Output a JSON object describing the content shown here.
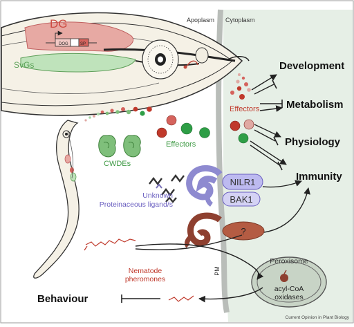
{
  "labels": {
    "apoplasm": "Apoplasm",
    "cytoplasm": "Cytoplasm",
    "dg": "DG",
    "promoter": "DOG",
    "sp": "SP",
    "svgs": "SvGs",
    "effectors_apoplast": "Effectors",
    "effectors_cytoplasm": "Effectors",
    "cwdes": "CWDEs",
    "unknown_ligand_line1": "Unknown",
    "unknown_ligand_line2": "Proteinaceous ligand/s",
    "nilr1": "NILR1",
    "bak1": "BAK1",
    "unknown_receptor": "?",
    "pheromones_line1": "Nematode",
    "pheromones_line2": "pheromones",
    "peroxisome": "Peroxisome",
    "acyl_line1": "acyl-CoA",
    "acyl_line2": "oxidases",
    "pm": "PM",
    "credit": "Current Opinion in Plant Biology"
  },
  "outcomes": {
    "development": "Development",
    "metabolism": "Metabolism",
    "physiology": "Physiology",
    "immunity": "Immunity",
    "behaviour": "Behaviour"
  },
  "colors": {
    "cytoplasm_bg": "#e6efe6",
    "pm_line": "#b9bdb9",
    "effector_red": "#c0392b",
    "effector_green": "#2e9e46",
    "dg_red": "#d5635d",
    "svg_green": "#7fbf7b",
    "receptor_purple": "#8e8ad0",
    "receptor_brown": "#8e4030",
    "label_green": "#3f9a45",
    "label_purple": "#6a5fc0",
    "label_red": "#c0392b",
    "nematode_body": "#f5f1e6"
  }
}
